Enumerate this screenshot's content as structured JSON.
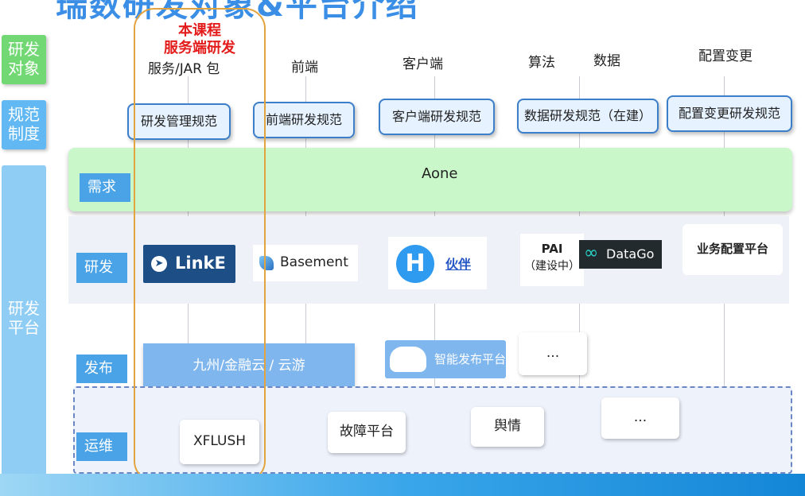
{
  "title": "瑞数研发对象&平台介绍",
  "side_labels": {
    "objects": "研发\n对象",
    "norms": "规范\n制度",
    "platform": "研发\n平台"
  },
  "course": {
    "line1": "本课程",
    "line2": "服务端研发"
  },
  "objects": [
    "服务/JAR 包",
    "前端",
    "客户端",
    "算法",
    "数据",
    "配置变更"
  ],
  "specs": [
    "研发管理规范",
    "前端研发规范",
    "客户端研发规范",
    "数据研发规范（在建）",
    "配置变更研发规范"
  ],
  "rows": {
    "demand": {
      "label": "需求",
      "content": "Aone"
    },
    "develop": {
      "label": "研发",
      "tools": {
        "linke": "LinkE",
        "basement": "Basement",
        "huoban": "伙伴",
        "pai": "PAI",
        "pai_note": "（建设中）",
        "datago": "DataGo",
        "config_platform": "业务配置平台"
      }
    },
    "release": {
      "label": "发布",
      "items": [
        "九州/金融云 / 云游",
        "智能发布平台",
        "..."
      ]
    },
    "ops": {
      "label": "运维",
      "items": [
        "XFLUSH",
        "故障平台",
        "舆情",
        "..."
      ]
    }
  },
  "colors": {
    "accent_blue": "#4aa3e6",
    "green": "#72d873",
    "course_border": "#e2a43e",
    "course_text": "#e31b1b"
  }
}
